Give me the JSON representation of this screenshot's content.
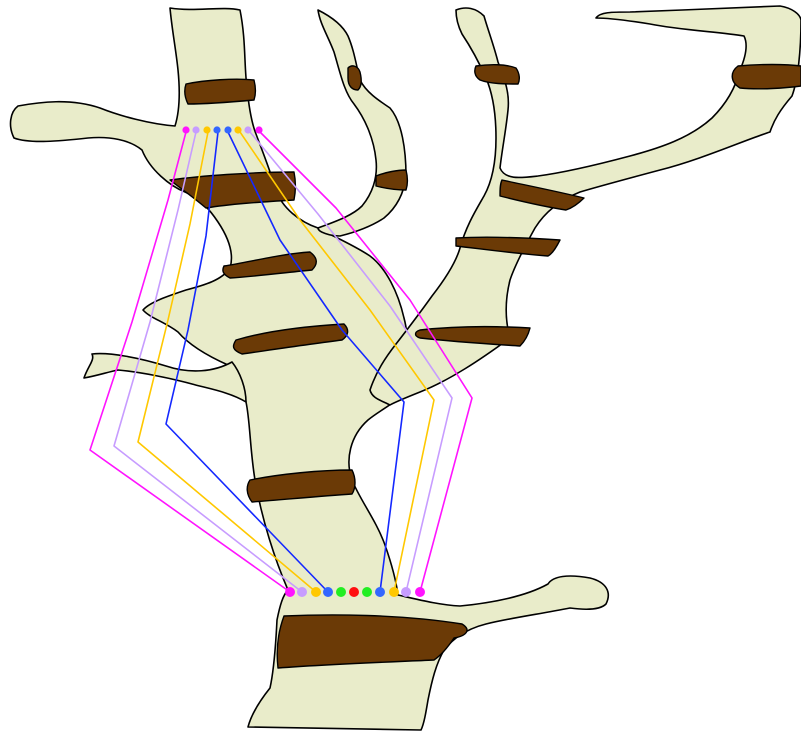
{
  "colors": {
    "background": "#ffffff",
    "tissue": "#e9ecca",
    "outline": "#000000",
    "band": "#6b3a06",
    "wire_magenta": "#ff14ff",
    "wire_lavender": "#c79cff",
    "wire_gold": "#ffc800",
    "wire_blue": "#1428ff",
    "dot_magenta": "#ff14ff",
    "dot_lavender": "#c79cff",
    "dot_gold": "#ffc800",
    "dot_blue": "#3366ff",
    "dot_green": "#22ee22",
    "dot_red": "#ff1010"
  },
  "diagram": {
    "kind": "branching structure with dark bands and colored connection wires",
    "band_count": 13,
    "top_connector_colors": [
      "magenta",
      "lavender",
      "gold",
      "blue",
      "blue",
      "gold",
      "lavender",
      "magenta"
    ],
    "bottom_connector_colors": [
      "magenta",
      "lavender",
      "gold",
      "blue",
      "green",
      "red",
      "green",
      "blue",
      "gold",
      "lavender",
      "magenta"
    ],
    "wires": [
      {
        "color": "magenta",
        "from": "top-left",
        "to": "bottom-left"
      },
      {
        "color": "lavender",
        "from": "top-left",
        "to": "bottom-left"
      },
      {
        "color": "gold",
        "from": "top-left",
        "to": "bottom-left"
      },
      {
        "color": "blue",
        "from": "top-left",
        "to": "bottom-left"
      },
      {
        "color": "blue",
        "from": "top-right",
        "to": "bottom-right"
      },
      {
        "color": "gold",
        "from": "top-right",
        "to": "bottom-right"
      },
      {
        "color": "lavender",
        "from": "top-right",
        "to": "bottom-right"
      },
      {
        "color": "magenta",
        "from": "top-right",
        "to": "bottom-right"
      }
    ]
  }
}
